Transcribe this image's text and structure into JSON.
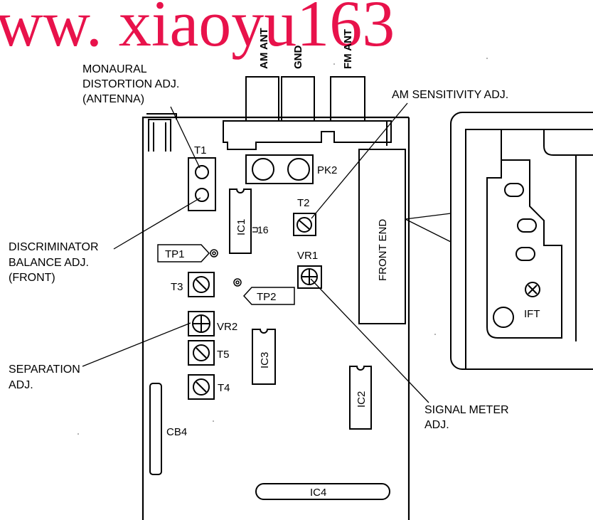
{
  "watermark": {
    "text": "ww. xiaoyu163",
    "color": "#e8124b"
  },
  "connectors": {
    "am_ant": "AM ANT",
    "gnd": "GND",
    "fm_ant": "FM ANT"
  },
  "annotations": {
    "monaural_1": "MONAURAL",
    "monaural_2": "DISTORTION ADJ.",
    "monaural_3": "(ANTENNA)",
    "am_sensitivity": "AM SENSITIVITY ADJ.",
    "discriminator_1": "DISCRIMINATOR",
    "discriminator_2": "BALANCE ADJ.",
    "discriminator_3": "(FRONT)",
    "separation_1": "SEPARATION",
    "separation_2": "ADJ.",
    "signal_meter_1": "SIGNAL METER",
    "signal_meter_2": "ADJ."
  },
  "components": {
    "t1": "T1",
    "t2": "T2",
    "t3": "T3",
    "t4": "T4",
    "t5": "T5",
    "pk2": "PK2",
    "ic1": "IC1",
    "ic1_pin": "16",
    "ic2": "IC2",
    "ic3": "IC3",
    "ic4": "IC4",
    "tp1": "TP1",
    "tp2": "TP2",
    "vr1": "VR1",
    "vr2": "VR2",
    "front_end": "FRONT END",
    "cb4": "CB4",
    "ift": "IFT"
  }
}
